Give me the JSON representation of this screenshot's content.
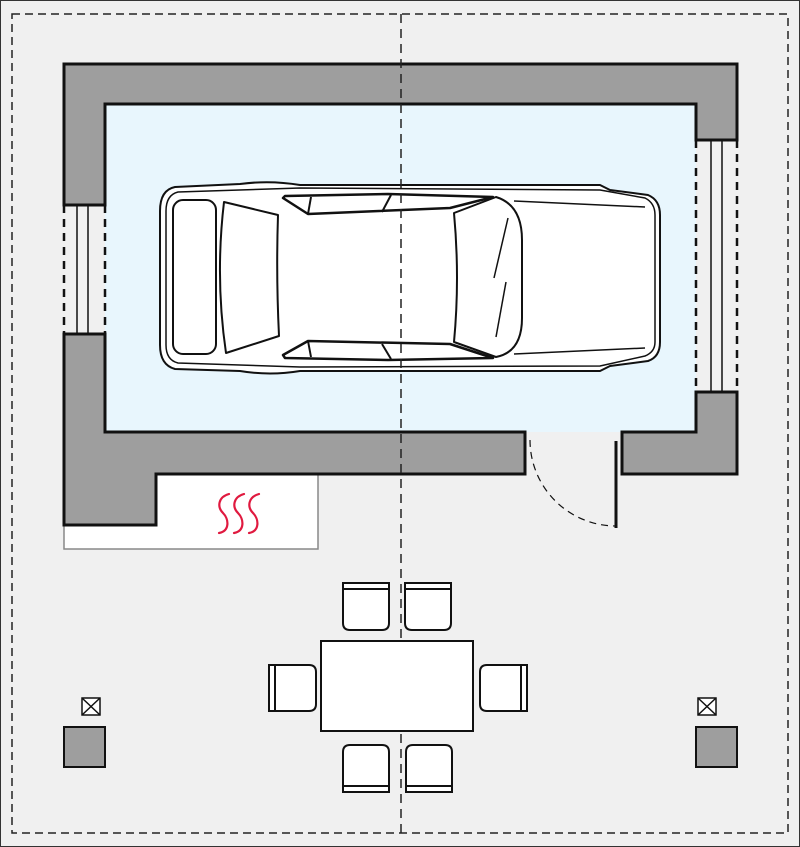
{
  "colors": {
    "background": "#f0f0f0",
    "wall": "#9e9e9e",
    "interior": "#e8f6fd",
    "heater": "#e0193f",
    "line": "#111111"
  },
  "elements": {
    "garage": "garage-room",
    "car": "car-top-view",
    "heater": "heater-icon",
    "door": "swing-door",
    "windows": [
      "window-left",
      "window-right"
    ],
    "table": "dining-table",
    "chairs": 6,
    "columns": [
      "column-left",
      "column-right"
    ],
    "lamps": [
      "lamp-left",
      "lamp-right"
    ]
  }
}
